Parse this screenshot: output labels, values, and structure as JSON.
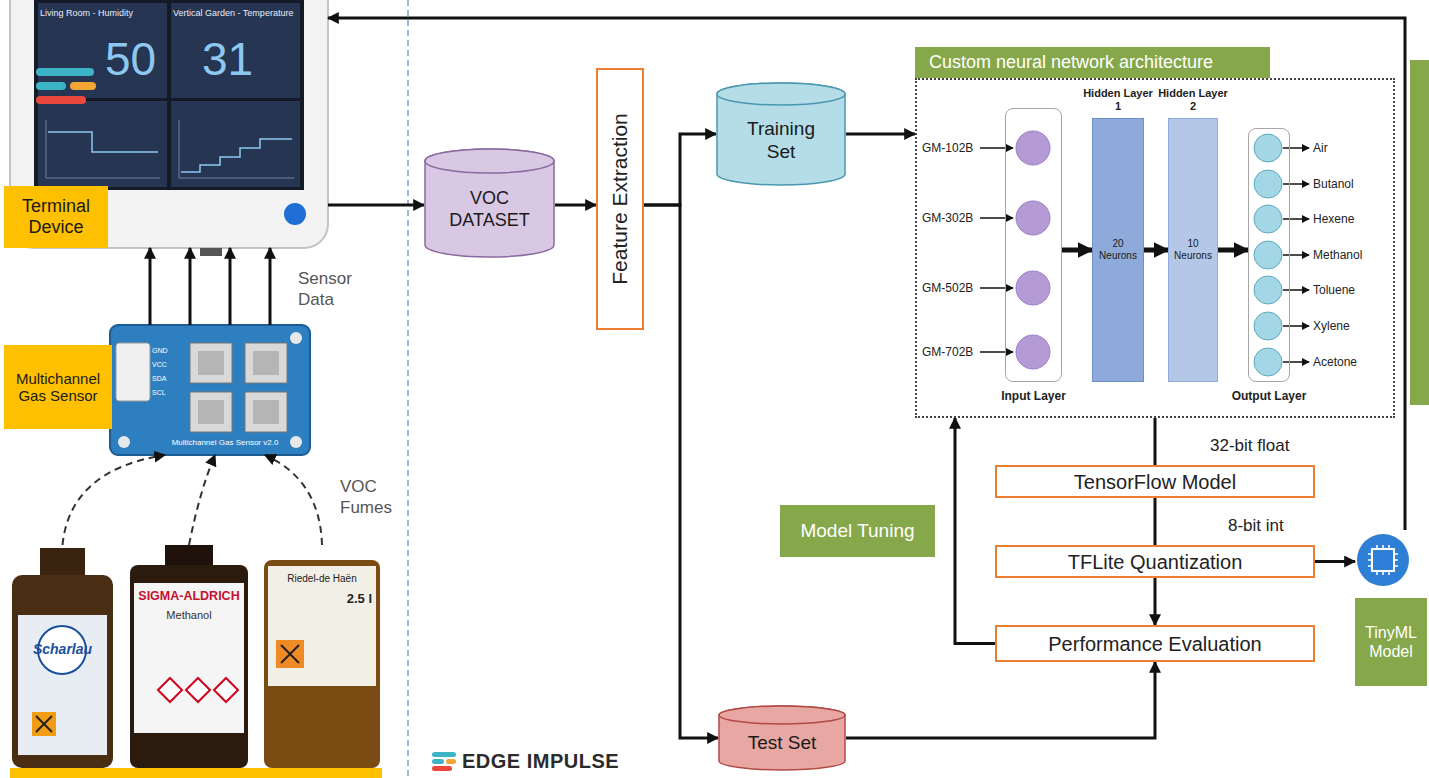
{
  "diagram": {
    "nodes": [
      {
        "text": [
          "Living Room - Humidity",
          "50",
          "Vertical Garden - Temperature",
          "31"
        ]
      },
      {
        "text": [
          "Terminal Device"
        ]
      },
      {
        "text": [
          "Multichannel Gas Sensor v2.0"
        ]
      },
      {
        "text": [
          "Multichannel Gas Sensor"
        ]
      },
      {
        "text": [
          "Scharlau"
        ]
      },
      {
        "text": [
          "SIGMA-ALDRICH",
          "Methanol"
        ]
      },
      {
        "text": [
          "Riedel-de Haën",
          "2.5 l"
        ]
      },
      {
        "text": [
          "VOC DATASET"
        ]
      },
      {
        "text": [
          "Feature Extraction"
        ]
      },
      {
        "text": [
          "Training Set"
        ]
      },
      {
        "text": [
          "Test Set"
        ]
      },
      {
        "text": [
          "Custom neural network architecture"
        ]
      },
      {
        "text": [
          "Input Layer"
        ],
        "in": 11
      },
      {
        "text": [
          "Hidden Layer 1",
          "20 Neurons"
        ],
        "in": 11
      },
      {
        "text": [
          "Hidden Layer 2",
          "10 Neurons"
        ],
        "in": 11
      },
      {
        "text": [
          "Output Layer"
        ],
        "in": 11
      },
      {
        "text": [
          "TensorFlow Model"
        ]
      },
      {
        "text": [
          "TFLite Quantization"
        ]
      },
      {
        "text": [
          "Performance Evaluation"
        ]
      },
      {
        "text": [
          "Model Tuning"
        ]
      },
      {
        "text": [
          "TinyML Model"
        ]
      }
    ],
    "edges": [
      {
        "from": 2,
        "to": 0,
        "arrow": "to",
        "label": "Sensor Data"
      },
      {
        "from": 4,
        "to": 2,
        "arrow": "to"
      },
      {
        "from": 5,
        "to": 2,
        "arrow": "to"
      },
      {
        "from": 6,
        "to": 2,
        "arrow": "to",
        "label": "VOC Fumes"
      },
      {
        "from": 0,
        "to": 7,
        "arrow": "to"
      },
      {
        "from": 7,
        "to": 8,
        "arrow": "to"
      },
      {
        "from": 8,
        "to": 9,
        "arrow": "to"
      },
      {
        "from": 8,
        "to": 10,
        "arrow": "to"
      },
      {
        "from": 9,
        "to": 11,
        "arrow": "to"
      },
      {
        "from": 12,
        "to": 13,
        "arrow": "to"
      },
      {
        "from": 13,
        "to": 14,
        "arrow": "to"
      },
      {
        "from": 14,
        "to": 15,
        "arrow": "to"
      },
      {
        "from": 11,
        "to": 16,
        "arrow": "none"
      },
      {
        "from": 16,
        "to": 17,
        "arrow": "none"
      },
      {
        "from": 17,
        "to": 18,
        "arrow": "to"
      },
      {
        "from": 17,
        "to": 20,
        "arrow": "to"
      },
      {
        "from": 10,
        "to": 18,
        "arrow": "to"
      },
      {
        "from": 18,
        "to": 11,
        "arrow": "to"
      },
      {
        "from": 20,
        "to": 0,
        "arrow": "to"
      }
    ],
    "labels": [
      "GM-102B",
      "GM-302B",
      "GM-502B",
      "GM-702B",
      "Air",
      "Butanol",
      "Hexene",
      "Methanol",
      "Toluene",
      "Xylene",
      "Acetone",
      "32-bit float",
      "8-bit int",
      "EDGE IMPULSE",
      "GND",
      "VCC",
      "SDA",
      "SCL"
    ]
  }
}
